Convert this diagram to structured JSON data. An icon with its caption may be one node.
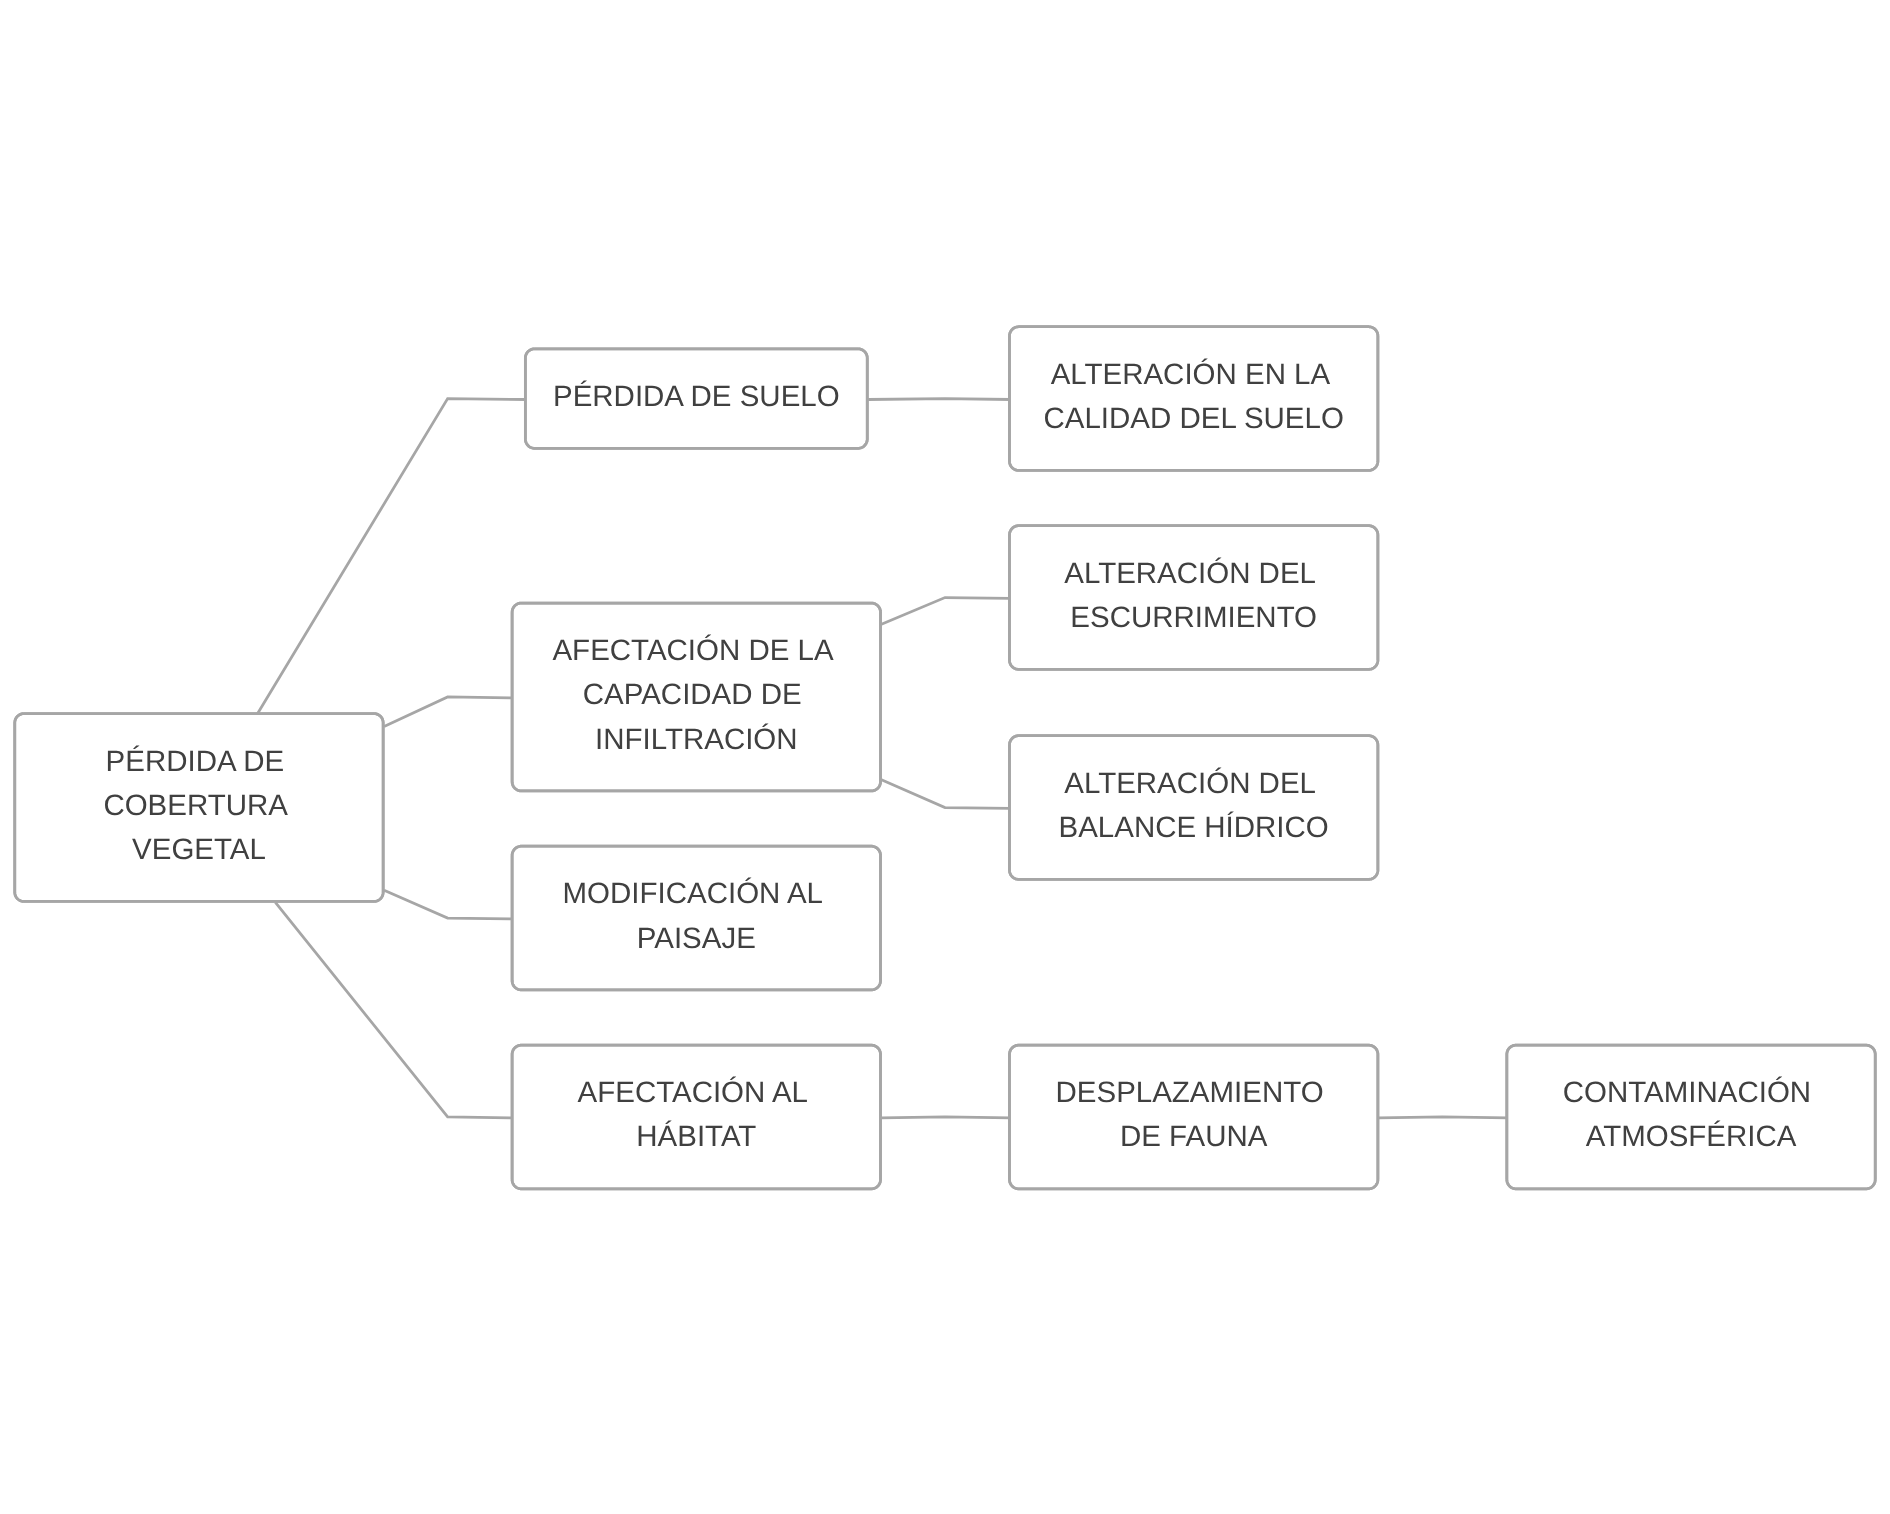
{
  "diagram": {
    "nodes": [
      {
        "text": [
          "PÉRDIDA DE COBERTURA VEGETAL"
        ]
      },
      {
        "text": [
          "PÉRDIDA DE SUELO"
        ]
      },
      {
        "text": [
          "ALTERACIÓN EN LA CALIDAD DEL SUELO"
        ]
      },
      {
        "text": [
          "AFECTACIÓN DE LA CAPACIDAD DE INFILTRACIÓN"
        ]
      },
      {
        "text": [
          "ALTERACIÓN DEL ESCURRIMIENTO"
        ]
      },
      {
        "text": [
          "ALTERACIÓN DEL BALANCE HÍDRICO"
        ]
      },
      {
        "text": [
          "MODIFICACIÓN AL PAISAJE"
        ]
      },
      {
        "text": [
          "AFECTACIÓN AL HÁBITAT"
        ]
      },
      {
        "text": [
          "DESPLAZAMIENTO DE FAUNA"
        ]
      },
      {
        "text": [
          "CONTAMINACIÓN ATMOSFÉRICA"
        ]
      }
    ],
    "edges": [
      {
        "from": 0,
        "to": 1,
        "arrow": "none"
      },
      {
        "from": 0,
        "to": 3,
        "arrow": "none"
      },
      {
        "from": 0,
        "to": 6,
        "arrow": "none"
      },
      {
        "from": 0,
        "to": 7,
        "arrow": "none"
      },
      {
        "from": 1,
        "to": 2,
        "arrow": "none"
      },
      {
        "from": 3,
        "to": 4,
        "arrow": "none"
      },
      {
        "from": 3,
        "to": 5,
        "arrow": "none"
      },
      {
        "from": 7,
        "to": 8,
        "arrow": "none"
      },
      {
        "from": 8,
        "to": 9,
        "arrow": "none"
      }
    ]
  }
}
